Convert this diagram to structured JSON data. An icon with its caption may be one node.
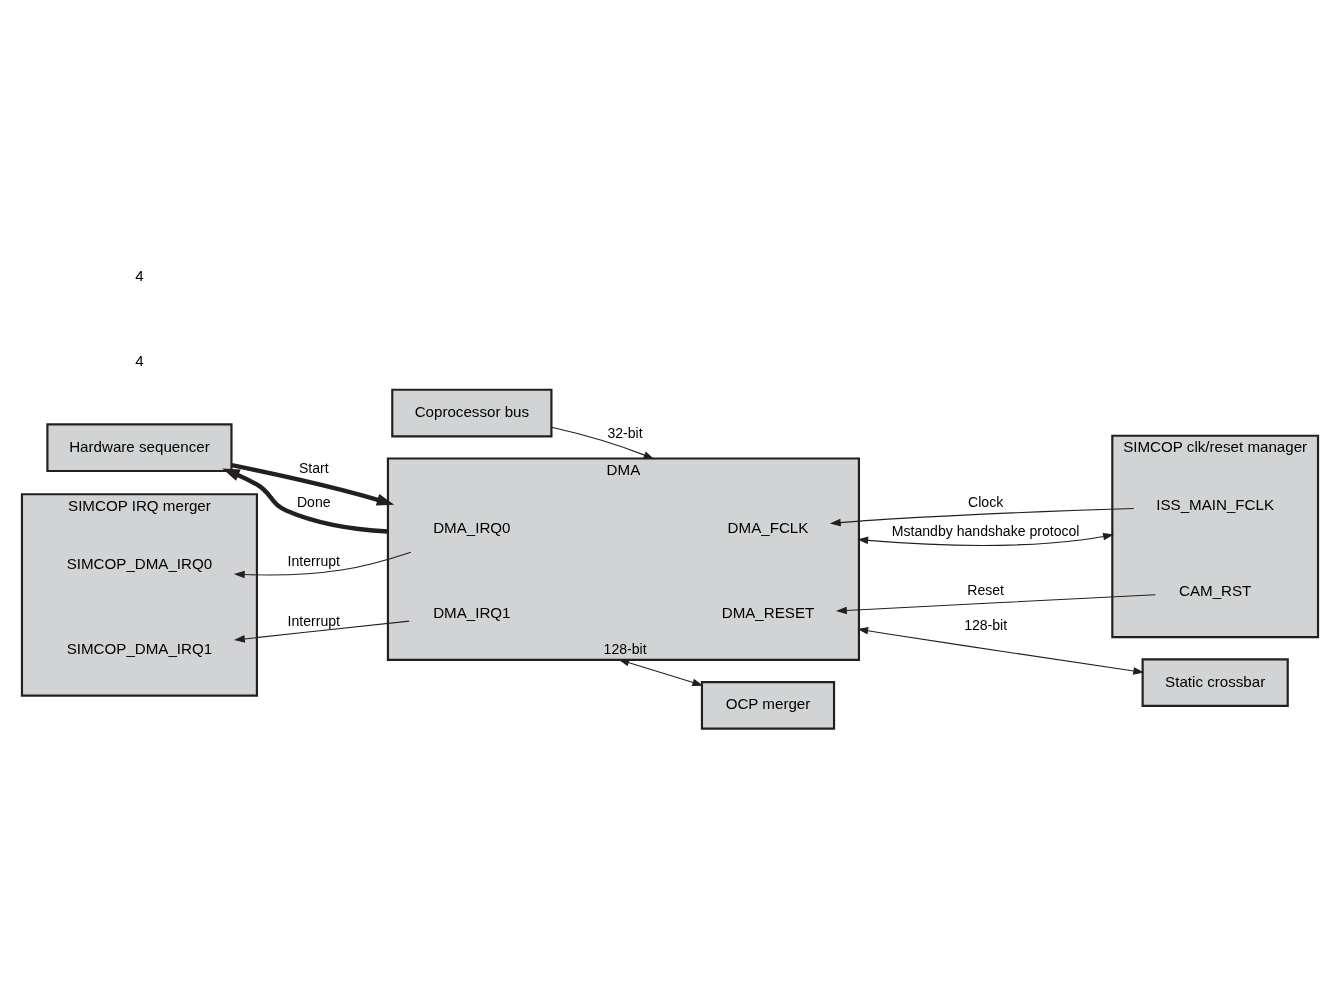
{
  "diagram": {
    "nodes": [
      {
        "text": [
          "Coprocessor bus"
        ]
      },
      {
        "text": [
          "Hardware sequencer"
        ]
      },
      {
        "text": [
          "DMA"
        ]
      },
      {
        "text": [
          "DMA_FCLK"
        ],
        "in": 2
      },
      {
        "text": [
          "DMA_IRQ0"
        ],
        "in": 2
      },
      {
        "text": [
          "DMA_IRQ1"
        ],
        "in": 2
      },
      {
        "text": [
          "DMA_RESET"
        ],
        "in": 2
      },
      {
        "text": [
          "SIMCOP clk/reset manager"
        ]
      },
      {
        "text": [
          "ISS_MAIN_FCLK"
        ],
        "in": 7
      },
      {
        "text": [
          "CAM_RST"
        ],
        "in": 7
      },
      {
        "text": [
          "SIMCOP IRQ merger"
        ]
      },
      {
        "text": [
          "SIMCOP_DMA_IRQ0"
        ],
        "in": 10
      },
      {
        "text": [
          "SIMCOP_DMA_IRQ1"
        ],
        "in": 10
      },
      {
        "text": [
          "OCP merger"
        ]
      },
      {
        "text": [
          "Static crossbar"
        ]
      }
    ],
    "edges": [
      {
        "from": 0,
        "to": 2,
        "arrow": "to",
        "label": "32-bit"
      },
      {
        "from": 1,
        "to": 2,
        "arrow": "to",
        "label": "Start",
        "style": "thick"
      },
      {
        "from": 2,
        "to": 1,
        "arrow": "to",
        "label": "Done",
        "style": "thick"
      },
      {
        "from": 8,
        "to": 3,
        "arrow": "to",
        "label": "Clock"
      },
      {
        "from": 2,
        "to": 7,
        "arrow": "both",
        "label": "Mstandby handshake protocol"
      },
      {
        "from": 4,
        "to": 11,
        "arrow": "to",
        "label": "Interrupt"
      },
      {
        "from": 5,
        "to": 12,
        "arrow": "to",
        "label": "Interrupt"
      },
      {
        "from": 9,
        "to": 6,
        "arrow": "to",
        "label": "Reset"
      },
      {
        "from": 2,
        "to": 13,
        "arrow": "both",
        "label": "128-bit"
      },
      {
        "from": 2,
        "to": 14,
        "arrow": "both",
        "label": "128-bit"
      }
    ],
    "labels": [
      "4",
      "4"
    ]
  }
}
